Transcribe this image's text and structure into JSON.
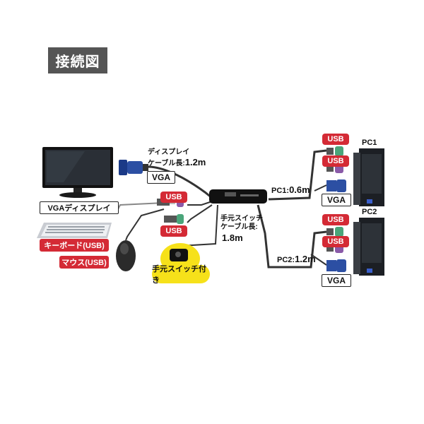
{
  "title": "接続図",
  "labels": {
    "display_cable": "ディスプレイ",
    "display_cable_line2": "ケーブル長:",
    "display_cable_len": "1.2m",
    "vga": "VGA",
    "vga_display": "VGAディスプレイ",
    "keyboard": "キーボード(USB)",
    "mouse": "マウス(USB)",
    "usb": "USB",
    "remote_cable_line1": "手元スイッチ",
    "remote_cable_line2": "ケーブル長:",
    "remote_cable_len": "1.8m",
    "remote_switch": "手元スイッチ付き",
    "pc1_cable": "PC1:",
    "pc1_cable_len": "0.6m",
    "pc2_cable": "PC2:",
    "pc2_cable_len": "1.2m",
    "pc1": "PC1",
    "pc2": "PC2"
  },
  "colors": {
    "usb_red": "#d42a35",
    "badge_yellow": "#f6e11a",
    "vga_blue": "#2c4fa3",
    "ps2_purple": "#8a5aa8",
    "ps2_green": "#4aa57a"
  }
}
